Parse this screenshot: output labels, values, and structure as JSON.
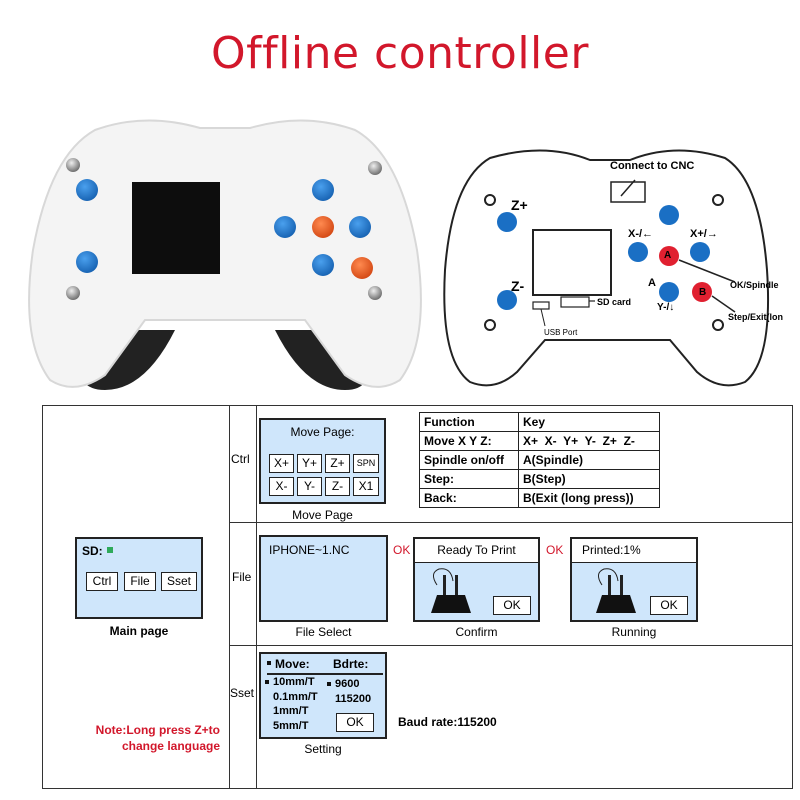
{
  "title": "Offline controller",
  "diagram": {
    "connect_label": "Connect to CNC",
    "z_plus": "Z+",
    "z_minus": "Z-",
    "x_minus": "X-/←",
    "x_plus": "X+/→",
    "a_letter": "A",
    "a_side": "A",
    "b_letter": "B",
    "y_label": "Y-/↓",
    "ok_spindle": "OK/Spindle",
    "step_exit": "Step/Exit(lon",
    "sd_card": "SD card",
    "usb_port": "USB Port"
  },
  "main": {
    "sd_label": "SD:",
    "buttons": [
      "Ctrl",
      "File",
      "Sset"
    ],
    "caption": "Main page",
    "note_line1": "Note:Long press Z+to",
    "note_line2": "change language"
  },
  "ctrl": {
    "row_label": "Ctrl",
    "header": "Move Page:",
    "keys_row1": [
      "X+",
      "Y+",
      "Z+",
      "SPN"
    ],
    "keys_row2": [
      "X-",
      "Y-",
      "Z-",
      "X1"
    ],
    "caption": "Move Page",
    "table_header": [
      "Function",
      "Key"
    ],
    "table_rows": [
      [
        "Move X Y Z:",
        "X+  X-  Y+  Y-  Z+  Z-"
      ],
      [
        "Spindle on/off",
        "A(Spindle)"
      ],
      [
        "Step:",
        "B(Step)"
      ],
      [
        "Back:",
        "B(Exit (long press))"
      ]
    ]
  },
  "file": {
    "row_label": "File",
    "filename": "IPHONE~1.NC",
    "caption_select": "File Select",
    "ok1": "OK",
    "confirm_header": "Ready To Print",
    "confirm_ok": "OK",
    "caption_confirm": "Confirm",
    "ok2": "OK",
    "running_header": "Printed:1%",
    "running_ok": "OK",
    "caption_running": "Running"
  },
  "sset": {
    "row_label": "Sset",
    "move_label": "Move:",
    "bdrte_label": "Bdrte:",
    "moves": [
      "10mm/T",
      "0.1mm/T",
      "1mm/T",
      "5mm/T"
    ],
    "bauds": [
      "9600",
      "115200"
    ],
    "ok": "OK",
    "caption": "Setting",
    "baud_note": "Baud rate:115200"
  },
  "colors": {
    "title_red": "#d2172b",
    "lcd_blue": "#cfe6fb",
    "button_blue": "#1a6fc4",
    "button_orange": "#e8541a",
    "mark_red": "#e02030"
  }
}
